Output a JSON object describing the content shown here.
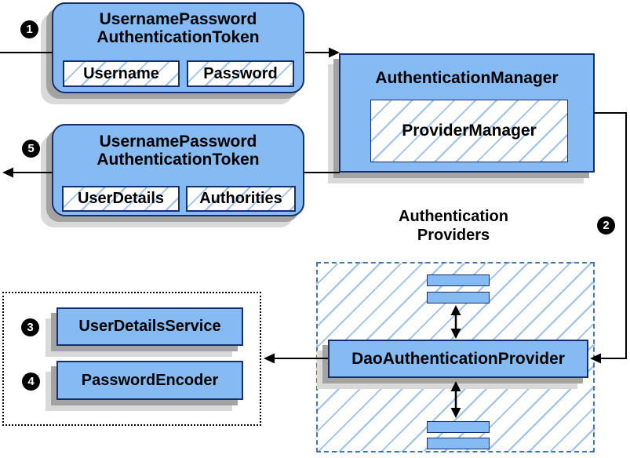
{
  "request_token": {
    "title_line1": "UsernamePassword",
    "title_line2": "AuthenticationToken",
    "fields": [
      "Username",
      "Password"
    ]
  },
  "auth_manager": {
    "title": "AuthenticationManager",
    "inner_label": "ProviderManager"
  },
  "response_token": {
    "title_line1": "UsernamePassword",
    "title_line2": "AuthenticationToken",
    "fields": [
      "UserDetails",
      "Authorities"
    ]
  },
  "providers_group": {
    "heading_line1": "Authentication",
    "heading_line2": "Providers",
    "provider_label": "DaoAuthenticationProvider"
  },
  "collaborators": {
    "items": [
      "UserDetailsService",
      "PasswordEncoder"
    ]
  },
  "step_markers": {
    "step1": "1",
    "step2": "2",
    "step3": "3",
    "step4": "4",
    "step5": "5"
  },
  "colors": {
    "box_fill": "#85bbf2",
    "box_border": "#16306e",
    "hatch_line": "#9cc1ec",
    "dashed_border": "#4178b4",
    "shadow_dark": "#a3a3a3",
    "shadow_light": "#d9d9d9",
    "connector": "#000000"
  }
}
